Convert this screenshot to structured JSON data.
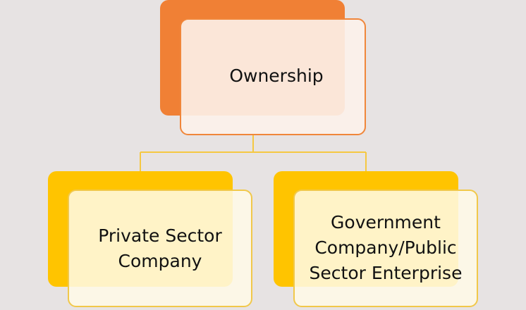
{
  "colors": {
    "background": "#e7e3e3",
    "root_accent": "#f08035",
    "child_accent": "#ffc400",
    "connector": "#f5c842"
  },
  "nodes": {
    "root": {
      "label": "Ownership"
    },
    "left": {
      "line1": "Private Sector",
      "line2": "Company"
    },
    "right": {
      "line1": "Government",
      "line2": "Company/Public",
      "line3": "Sector Enterprise"
    }
  }
}
